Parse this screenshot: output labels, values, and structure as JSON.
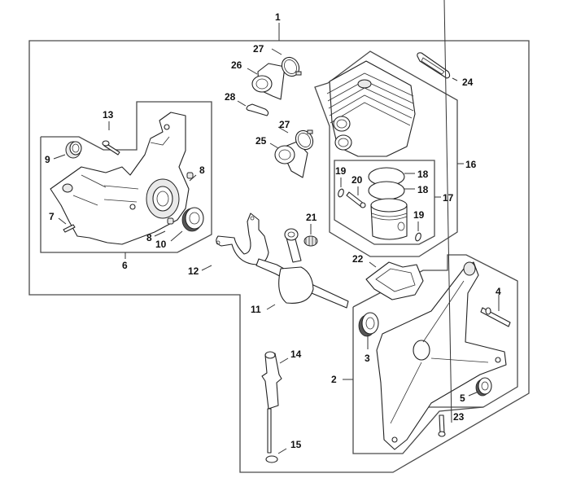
{
  "diagram": {
    "title": "Crankcase / Cylinder exploded parts view",
    "callouts": [
      {
        "id": "c1",
        "label": "1",
        "part": "engine-assembly"
      },
      {
        "id": "c2",
        "label": "2",
        "part": "crankcase-half-clutch-side"
      },
      {
        "id": "c3",
        "label": "3",
        "part": "ball-bearing"
      },
      {
        "id": "c4",
        "label": "4",
        "part": "stud"
      },
      {
        "id": "c5",
        "label": "5",
        "part": "oil-seal"
      },
      {
        "id": "c6",
        "label": "6",
        "part": "crankcase-half-fan-side"
      },
      {
        "id": "c7",
        "label": "7",
        "part": "stud"
      },
      {
        "id": "c8a",
        "label": "8",
        "part": "sleeve"
      },
      {
        "id": "c8b",
        "label": "8",
        "part": "sleeve"
      },
      {
        "id": "c9",
        "label": "9",
        "part": "oil-seal"
      },
      {
        "id": "c10",
        "label": "10",
        "part": "ball-bearing"
      },
      {
        "id": "c11",
        "label": "11",
        "part": "crankshaft"
      },
      {
        "id": "c12",
        "label": "12",
        "part": "gasket"
      },
      {
        "id": "c13",
        "label": "13",
        "part": "screw"
      },
      {
        "id": "c14",
        "label": "14",
        "part": "fuel-pickup"
      },
      {
        "id": "c15",
        "label": "15",
        "part": "plug"
      },
      {
        "id": "c16",
        "label": "16",
        "part": "cylinder-with-piston"
      },
      {
        "id": "c17",
        "label": "17",
        "part": "piston-kit"
      },
      {
        "id": "c18a",
        "label": "18",
        "part": "piston-ring"
      },
      {
        "id": "c18b",
        "label": "18",
        "part": "piston-ring"
      },
      {
        "id": "c19a",
        "label": "19",
        "part": "snap-ring"
      },
      {
        "id": "c19b",
        "label": "19",
        "part": "snap-ring"
      },
      {
        "id": "c20",
        "label": "20",
        "part": "piston-pin"
      },
      {
        "id": "c21",
        "label": "21",
        "part": "needle-cage"
      },
      {
        "id": "c22",
        "label": "22",
        "part": "cylinder-gasket"
      },
      {
        "id": "c23",
        "label": "23",
        "part": "screw"
      },
      {
        "id": "c24",
        "label": "24",
        "part": "exhaust-gasket"
      },
      {
        "id": "c25",
        "label": "25",
        "part": "intake-manifold"
      },
      {
        "id": "c26",
        "label": "26",
        "part": "intake-manifold"
      },
      {
        "id": "c27a",
        "label": "27",
        "part": "hose-clamp"
      },
      {
        "id": "c27b",
        "label": "27",
        "part": "hose-clamp"
      },
      {
        "id": "c28",
        "label": "28",
        "part": "clip"
      }
    ]
  }
}
